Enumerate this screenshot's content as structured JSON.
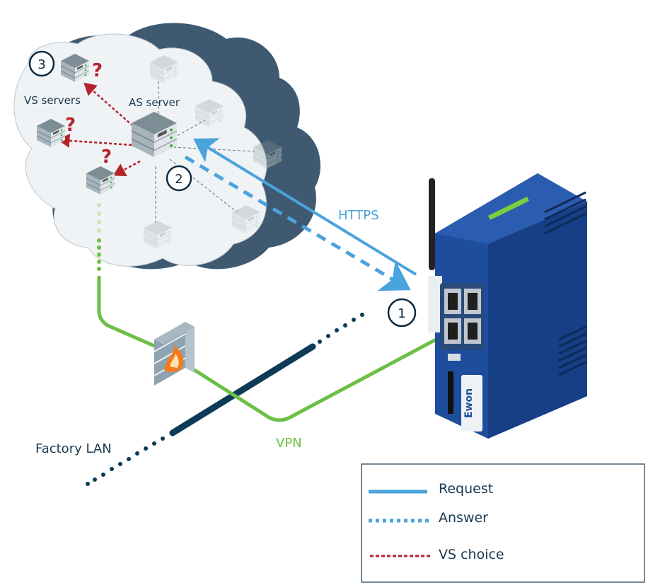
{
  "labels": {
    "vs_servers": "VS servers",
    "as_server": "AS server",
    "https": "HTTPS",
    "vpn": "VPN",
    "factory_lan": "Factory LAN",
    "question": "?"
  },
  "steps": [
    "1",
    "2",
    "3"
  ],
  "device": {
    "brand": "Ewon"
  },
  "legend": {
    "items": [
      {
        "label": "Request",
        "style": "solid",
        "color": "#4aa3dc"
      },
      {
        "label": "Answer",
        "style": "dotted",
        "color": "#4aa3dc"
      },
      {
        "label": "VS choice",
        "style": "dashed",
        "color": "#b5232a"
      }
    ]
  },
  "colors": {
    "cloud_dark": "#3f5a70",
    "cloud_light": "#f0f3f5",
    "request_blue": "#4aa3dc",
    "vpn_green": "#6cbf45",
    "vs_red": "#b5232a",
    "lan_navy": "#0d3a57",
    "device_blue": "#1e4d9c",
    "text_navy": "#1a3a52"
  }
}
